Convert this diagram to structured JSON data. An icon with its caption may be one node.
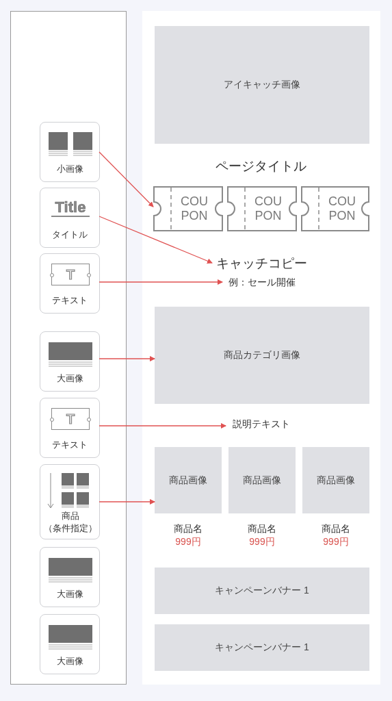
{
  "diagram": {
    "nodes": [
      {
        "text": [],
        "shape": "box"
      },
      {
        "text": [
          "小画像"
        ],
        "in": 0
      },
      {
        "text": [
          "Title",
          "タイトル"
        ],
        "in": 0
      },
      {
        "text": [
          "T",
          "テキスト"
        ],
        "in": 0
      },
      {
        "text": [
          "大画像"
        ],
        "in": 0
      },
      {
        "text": [
          "T",
          "テキスト"
        ],
        "in": 0
      },
      {
        "text": [
          "商品（条件指定）"
        ],
        "in": 0
      },
      {
        "text": [
          "大画像"
        ],
        "in": 0
      },
      {
        "text": [
          "大画像"
        ],
        "in": 0
      },
      {
        "text": [],
        "shape": "box"
      },
      {
        "text": [
          "アイキャッチ画像"
        ],
        "in": 9
      },
      {
        "text": [
          "ページタイトル"
        ],
        "in": 9
      },
      {
        "text": [
          "COU PON"
        ],
        "in": 9
      },
      {
        "text": [
          "COU PON"
        ],
        "in": 9
      },
      {
        "text": [
          "COU PON"
        ],
        "in": 9
      },
      {
        "text": [
          "キャッチコピー"
        ],
        "in": 9
      },
      {
        "text": [
          "例：セール開催"
        ],
        "in": 9
      },
      {
        "text": [
          "商品カテゴリ画像"
        ],
        "in": 9
      },
      {
        "text": [
          "説明テキスト"
        ],
        "in": 9
      },
      {
        "text": [
          "商品画像"
        ],
        "in": 9,
        "beside": [
          "商品名",
          "999円"
        ]
      },
      {
        "text": [
          "商品画像"
        ],
        "in": 9,
        "beside": [
          "商品名",
          "999円"
        ]
      },
      {
        "text": [
          "商品画像"
        ],
        "in": 9,
        "beside": [
          "商品名",
          "999円"
        ]
      },
      {
        "text": [
          "キャンペーンバナー 1"
        ],
        "in": 9
      },
      {
        "text": [
          "キャンペーンバナー 1"
        ],
        "in": 9
      }
    ],
    "edges": [
      {
        "from": 1,
        "to": 12,
        "arrow": "to"
      },
      {
        "from": 2,
        "to": 15,
        "arrow": "to"
      },
      {
        "from": 3,
        "to": 16,
        "arrow": "to"
      },
      {
        "from": 4,
        "to": 17,
        "arrow": "to"
      },
      {
        "from": 5,
        "to": 18,
        "arrow": "to"
      },
      {
        "from": 6,
        "to": 19,
        "arrow": "to"
      }
    ]
  }
}
